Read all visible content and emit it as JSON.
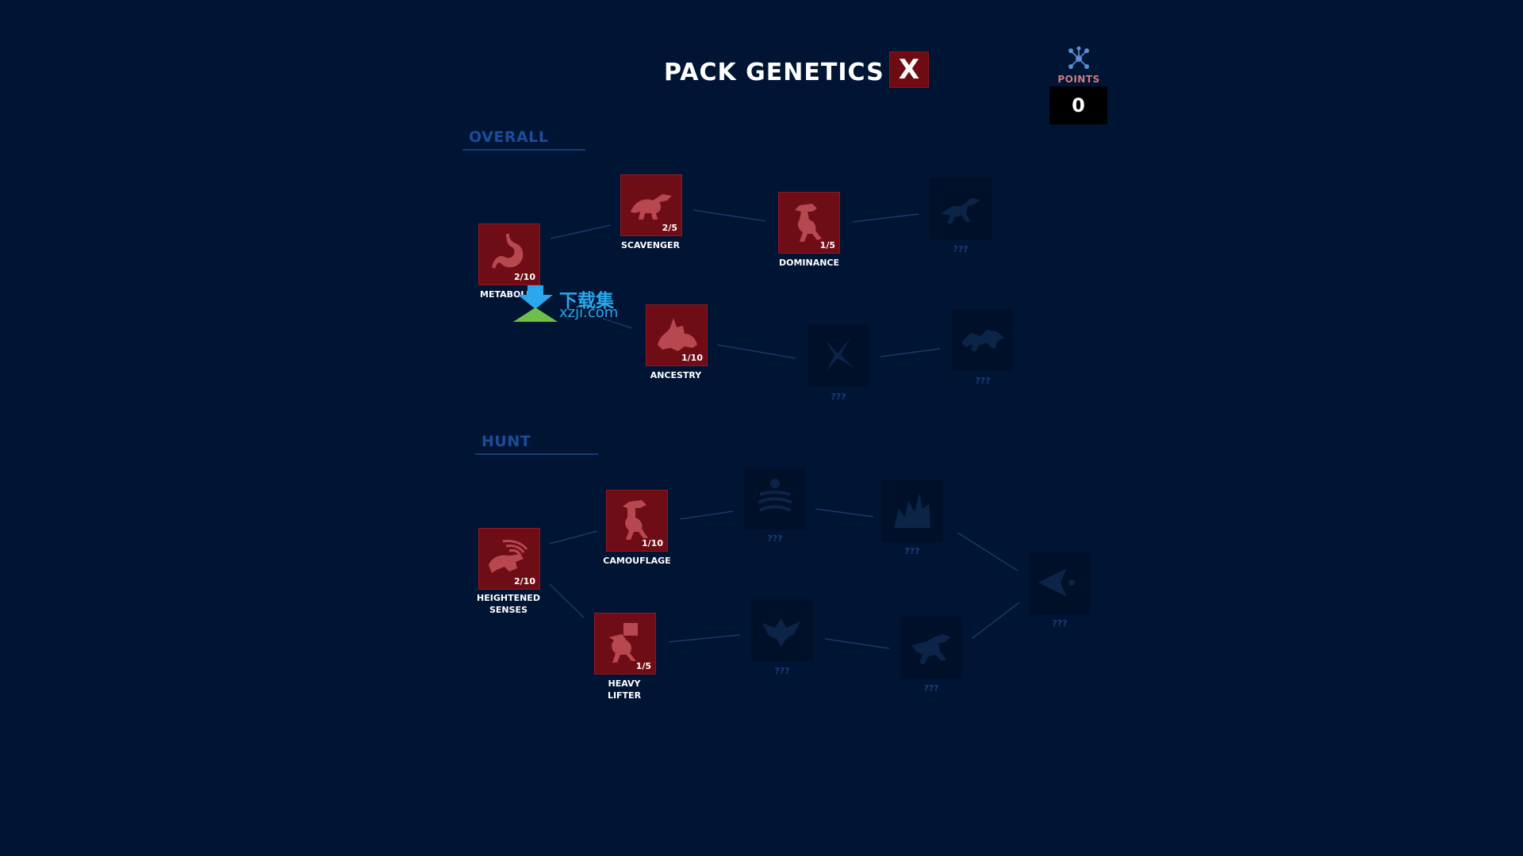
{
  "title": "PACK GENETICS",
  "close_label": "X",
  "points": {
    "label": "POINTS",
    "value": "0"
  },
  "watermark": {
    "chinese": "下载集",
    "url": "xzji.com"
  },
  "sections": {
    "overall": "OVERALL",
    "hunt": "HUNT"
  },
  "nodes": {
    "metabolism": {
      "label": "METABOLI",
      "level": "2/10",
      "icon": "stomach-icon"
    },
    "scavenger": {
      "label": "SCAVENGER",
      "level": "2/5",
      "icon": "scavenger-dino-icon"
    },
    "dominance": {
      "label": "DOMINANCE",
      "level": "1/5",
      "icon": "raptor-icon"
    },
    "overall_locked_1": {
      "label": "???",
      "icon": "raptor-silhouette-icon"
    },
    "ancestry": {
      "label": "ANCESTRY",
      "level": "1/10",
      "icon": "ancestry-icon"
    },
    "overall_locked_2": {
      "label": "???",
      "icon": "claw-icon"
    },
    "overall_locked_3": {
      "label": "???",
      "icon": "pack-icon"
    },
    "heightened_senses": {
      "label_line1": "HEIGHTENED",
      "label_line2": "SENSES",
      "level": "2/10",
      "icon": "dino-head-icon"
    },
    "camouflage": {
      "label": "CAMOUFLAGE",
      "level": "1/10",
      "icon": "camo-raptor-icon"
    },
    "heavy_lifter": {
      "label_line1": "HEAVY",
      "label_line2": "LIFTER",
      "level": "1/5",
      "icon": "lifter-raptor-icon"
    },
    "hunt_locked_1": {
      "label": "???",
      "icon": "scent-icon"
    },
    "hunt_locked_2": {
      "label": "???",
      "icon": "fire-icon"
    },
    "hunt_locked_3": {
      "label": "???",
      "icon": "eye-icon"
    },
    "hunt_locked_4": {
      "label": "???",
      "icon": "bird-icon"
    },
    "hunt_locked_5": {
      "label": "???",
      "icon": "running-raptor-icon"
    }
  }
}
